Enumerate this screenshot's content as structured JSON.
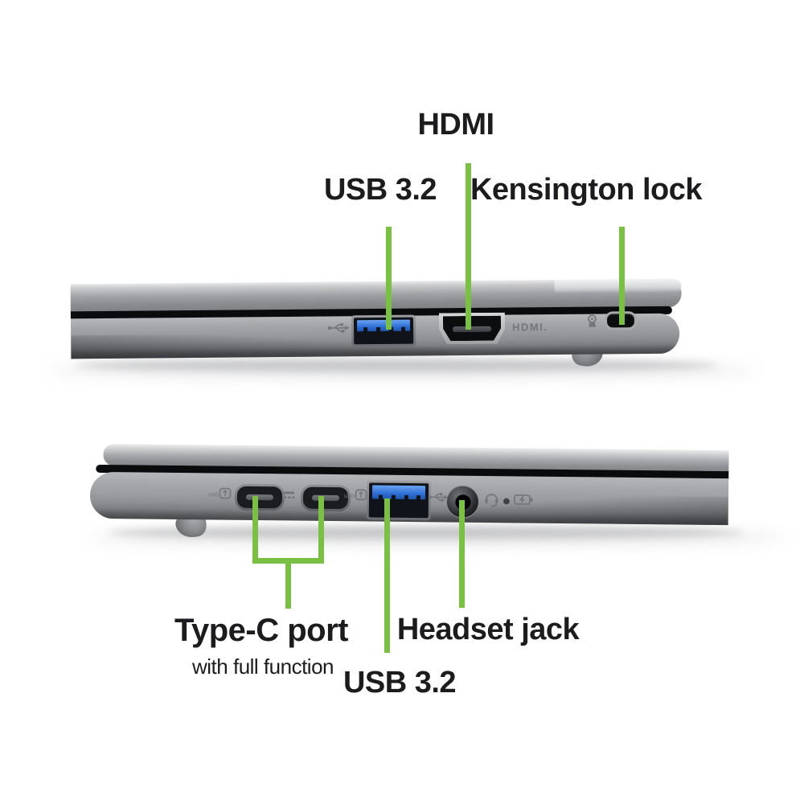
{
  "colors": {
    "accent_green": "#7ac143",
    "usb_blue": "#2f6fd4",
    "label_text": "#1c1c1e",
    "laptop_gray": "#96989b"
  },
  "top_view": {
    "labels": {
      "hdmi": "HDMI",
      "usb": "USB 3.2",
      "kensington": "Kensington lock"
    },
    "engraving": {
      "hdmi": "HDMI."
    }
  },
  "bottom_view": {
    "labels": {
      "type_c": "Type-C port",
      "type_c_sub": "with full function",
      "usb": "USB 3.2",
      "headset": "Headset jack"
    }
  }
}
